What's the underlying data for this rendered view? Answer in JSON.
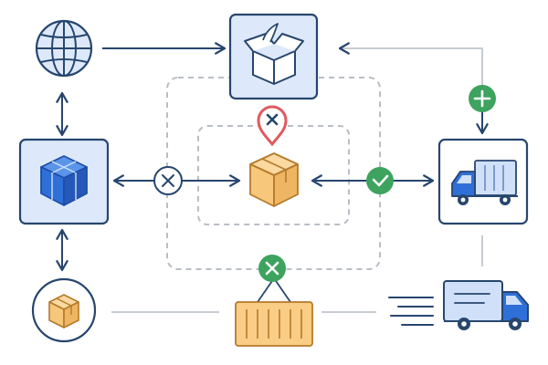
{
  "colors": {
    "navy": "#27466e",
    "box_fill": "#dde9fb",
    "cube_blue": "#2f6fd8",
    "parcel_orange": "#f7c77b",
    "parcel_stroke": "#b57a2b",
    "container_orange": "#f9cd86",
    "green": "#3da35e",
    "red_pin": "#e05a5f",
    "grey_line": "#c7ccd3",
    "dash": "#b9bec6",
    "truck_blue": "#2f6fd8",
    "truck_light": "#cfe0f8"
  },
  "nodes": [
    {
      "id": "globe",
      "icon": "globe-icon"
    },
    {
      "id": "open-box",
      "icon": "open-box-icon"
    },
    {
      "id": "warehouse",
      "icon": "cube-icon"
    },
    {
      "id": "parcel",
      "icon": "parcel-icon"
    },
    {
      "id": "delivery-truck",
      "icon": "truck-icon"
    },
    {
      "id": "local-package",
      "icon": "package-icon"
    },
    {
      "id": "container",
      "icon": "shipping-container-icon"
    },
    {
      "id": "fast-truck",
      "icon": "moving-truck-icon"
    }
  ],
  "status_markers": [
    {
      "type": "add",
      "icon": "plus-icon"
    },
    {
      "type": "blocked",
      "icon": "x-icon"
    },
    {
      "type": "approved",
      "icon": "check-icon"
    },
    {
      "type": "error",
      "icon": "x-icon"
    },
    {
      "type": "location-error",
      "icon": "map-pin-icon"
    }
  ]
}
